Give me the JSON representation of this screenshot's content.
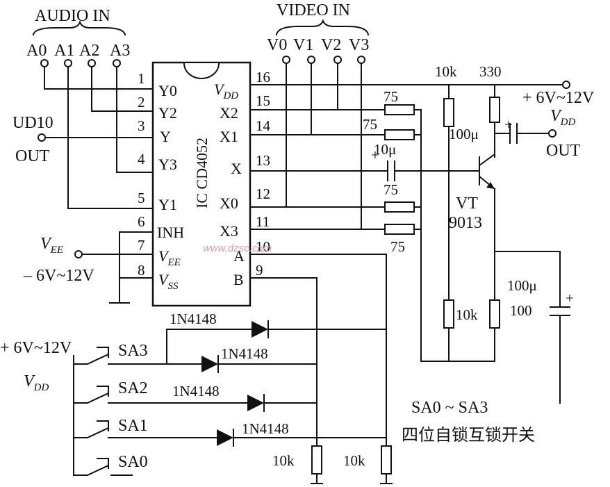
{
  "headings": {
    "audio_in": "AUDIO IN",
    "video_in": "VIDEO IN"
  },
  "audio_inputs": [
    "A0",
    "A1",
    "A2",
    "A3"
  ],
  "video_inputs": [
    "V0",
    "V1",
    "V2",
    "V3"
  ],
  "ic": {
    "label": "IC CD4052",
    "left_pins": [
      {
        "num": "1",
        "name": "Y0"
      },
      {
        "num": "2",
        "name": "Y2"
      },
      {
        "num": "3",
        "name": "Y"
      },
      {
        "num": "4",
        "name": "Y3"
      },
      {
        "num": "5",
        "name": "Y1"
      },
      {
        "num": "6",
        "name": "INH"
      },
      {
        "num": "7",
        "name": "V",
        "sub": "EE"
      },
      {
        "num": "8",
        "name": "V",
        "sub": "SS"
      }
    ],
    "right_pins": [
      {
        "num": "16",
        "name": "V",
        "sub": "DD"
      },
      {
        "num": "15",
        "name": "X2"
      },
      {
        "num": "14",
        "name": "X1"
      },
      {
        "num": "13",
        "name": "X"
      },
      {
        "num": "12",
        "name": "X0"
      },
      {
        "num": "11",
        "name": "X3"
      },
      {
        "num": "10",
        "name": "A"
      },
      {
        "num": "9",
        "name": "B"
      }
    ]
  },
  "terminals": {
    "ud_out_top": "UD10",
    "ud_out_bottom": "OUT",
    "vee_v": "V",
    "vee_sub": "EE",
    "vee_range": "– 6V~12V",
    "vdd_range": "+ 6V~12V",
    "vdd_v": "V",
    "vdd_sub": "DD",
    "vout": "OUT",
    "sw_supply": "+ 6V~12V",
    "sw_v": "V",
    "sw_sub": "DD"
  },
  "components": {
    "r_bias": "10k",
    "r_collector": "330",
    "r_in": [
      "75",
      "75",
      "75",
      "75"
    ],
    "c_in": "10μ",
    "c_out": "100μ",
    "transistor": [
      "VT",
      "9013"
    ],
    "r_base_low": "10k",
    "r_emitter": "100",
    "c_emitter": "100μ",
    "r_a": "10k",
    "r_b": "10k"
  },
  "switches": [
    "SA3",
    "SA2",
    "SA1",
    "SA0"
  ],
  "diodes": [
    "1N4148",
    "1N4148",
    "1N4148",
    "1N4148"
  ],
  "note": {
    "line1": "SA0 ~ SA3",
    "line2": "四位自锁互锁开关"
  },
  "watermark": "www.dzsc.com"
}
